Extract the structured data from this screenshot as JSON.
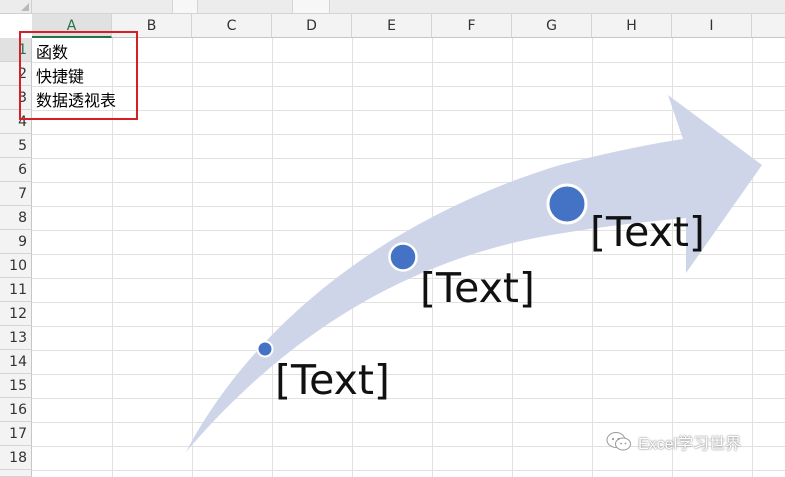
{
  "columns": [
    "A",
    "B",
    "C",
    "D",
    "E",
    "F",
    "G",
    "H",
    "I"
  ],
  "rows": [
    "1",
    "2",
    "3",
    "4",
    "5",
    "6",
    "7",
    "8",
    "9",
    "10",
    "11",
    "12",
    "13",
    "14",
    "15",
    "16",
    "17",
    "18"
  ],
  "selected_column": "A",
  "selected_row": "1",
  "cells": [
    {
      "ref": "A1",
      "value": "函数"
    },
    {
      "ref": "A2",
      "value": "快捷键"
    },
    {
      "ref": "A3",
      "value": "数据透视表"
    }
  ],
  "smartart": {
    "labels": [
      "[Text]",
      "[Text]",
      "[Text]"
    ],
    "arrow_color": "#cfd5e8",
    "dot_color": "#4472c4"
  },
  "highlight_color": "#d32027",
  "watermark": {
    "icon": "wechat-icon",
    "text": "Excel学习世界"
  }
}
